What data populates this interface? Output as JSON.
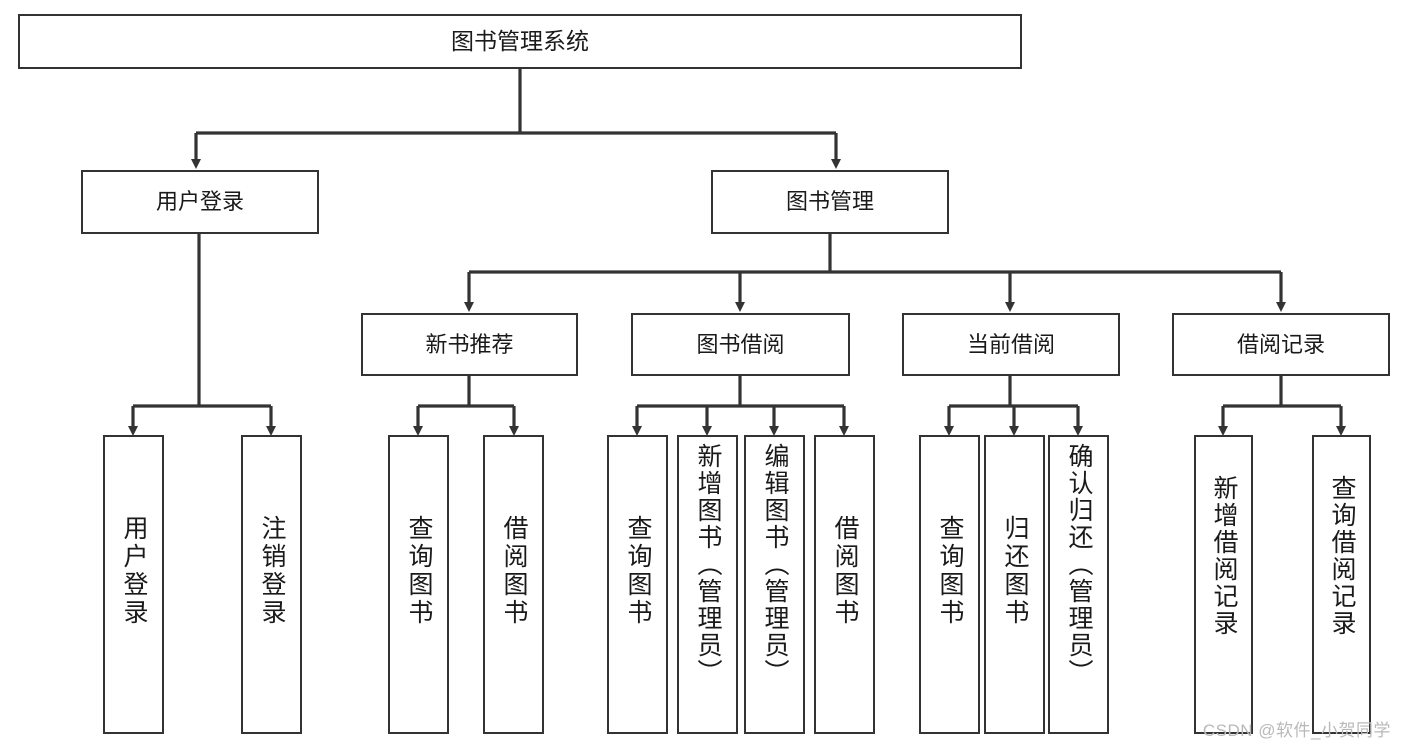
{
  "diagram": {
    "type": "tree-hierarchy",
    "title": "图书管理系统",
    "watermark": "CSDN @软件_小贺同学",
    "colors": {
      "stroke": "#333333",
      "fill": "#ffffff",
      "text": "#1a1a1a",
      "watermark": "#b9b9b9"
    },
    "levels": [
      {
        "level": 0,
        "nodes": [
          {
            "id": "root",
            "label": "图书管理系统",
            "orientation": "horizontal"
          }
        ]
      },
      {
        "level": 1,
        "nodes": [
          {
            "id": "user-login",
            "label": "用户登录",
            "orientation": "horizontal",
            "parent": "root"
          },
          {
            "id": "book-manage",
            "label": "图书管理",
            "orientation": "horizontal",
            "parent": "root"
          }
        ]
      },
      {
        "level": 2,
        "nodes": [
          {
            "id": "new-book-rec",
            "label": "新书推荐",
            "orientation": "horizontal",
            "parent": "book-manage"
          },
          {
            "id": "book-borrow",
            "label": "图书借阅",
            "orientation": "horizontal",
            "parent": "book-manage"
          },
          {
            "id": "current-borrow",
            "label": "当前借阅",
            "orientation": "horizontal",
            "parent": "book-manage"
          },
          {
            "id": "borrow-record",
            "label": "借阅记录",
            "orientation": "horizontal",
            "parent": "book-manage"
          }
        ]
      },
      {
        "level": 3,
        "nodes": [
          {
            "id": "leaf-1",
            "label": "用户登录",
            "orientation": "vertical",
            "parent": "user-login"
          },
          {
            "id": "leaf-2",
            "label": "注销登录",
            "orientation": "vertical",
            "parent": "user-login"
          },
          {
            "id": "leaf-3",
            "label": "查询图书",
            "orientation": "vertical",
            "parent": "new-book-rec"
          },
          {
            "id": "leaf-4",
            "label": "借阅图书",
            "orientation": "vertical",
            "parent": "new-book-rec"
          },
          {
            "id": "leaf-5",
            "label": "查询图书",
            "orientation": "vertical",
            "parent": "book-borrow"
          },
          {
            "id": "leaf-6",
            "label": "新增图书（管理员）",
            "orientation": "vertical",
            "parent": "book-borrow"
          },
          {
            "id": "leaf-7",
            "label": "编辑图书（管理员）",
            "orientation": "vertical",
            "parent": "book-borrow"
          },
          {
            "id": "leaf-8",
            "label": "借阅图书",
            "orientation": "vertical",
            "parent": "book-borrow"
          },
          {
            "id": "leaf-9",
            "label": "查询图书",
            "orientation": "vertical",
            "parent": "current-borrow"
          },
          {
            "id": "leaf-10",
            "label": "归还图书",
            "orientation": "vertical",
            "parent": "current-borrow"
          },
          {
            "id": "leaf-11",
            "label": "确认归还（管理员）",
            "orientation": "vertical",
            "parent": "current-borrow"
          },
          {
            "id": "leaf-12",
            "label": "新增借阅记录",
            "orientation": "vertical",
            "parent": "borrow-record"
          },
          {
            "id": "leaf-13",
            "label": "查询借阅记录",
            "orientation": "vertical",
            "parent": "borrow-record"
          }
        ]
      }
    ]
  }
}
